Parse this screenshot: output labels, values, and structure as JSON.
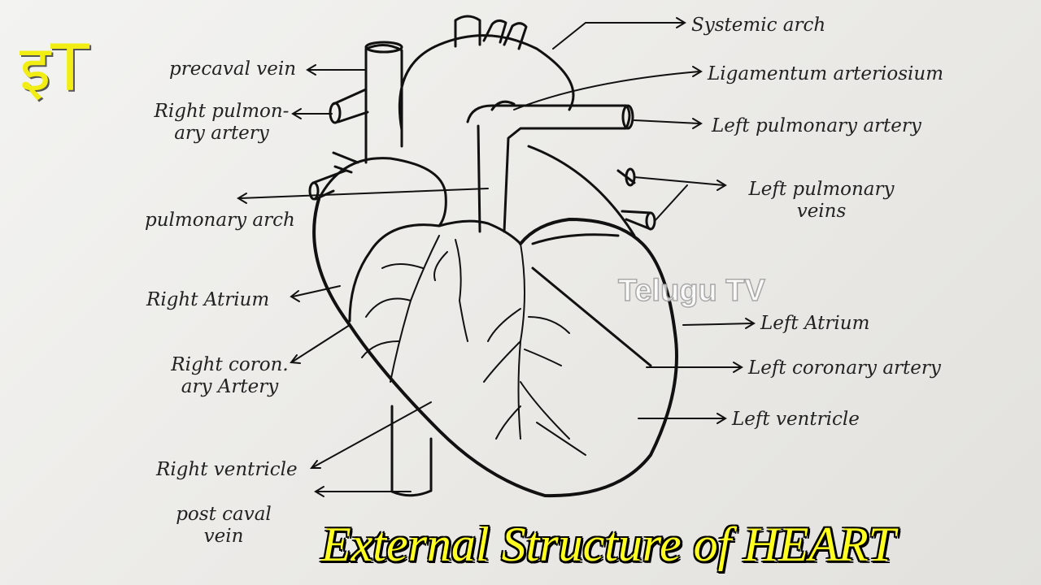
{
  "labels": {
    "systemic_arch": "Systemic arch",
    "ligamentum": "Ligamentum arteriosium",
    "left_pulmonary_artery": "Left pulmonary artery",
    "left_pulmonary_veins_1": "Left pulmonary",
    "left_pulmonary_veins_2": "veins",
    "left_atrium": "Left Atrium",
    "left_coronary_artery": "Left coronary artery",
    "left_ventricle": "Left ventricle",
    "precaval_vein": "precaval vein",
    "right_pulmonary_artery_1": "Right pulmon-",
    "right_pulmonary_artery_2": "ary artery",
    "pulmonary_arch": "pulmonary arch",
    "right_atrium": "Right Atrium",
    "right_coronary_1": "Right coron.",
    "right_coronary_2": "ary Artery",
    "right_ventricle": "Right ventricle",
    "post_caval_1": "post caval",
    "post_caval_2": "vein"
  },
  "watermark": "Telugu TV",
  "title": "External Structure of HEART",
  "logo": "इT",
  "colors": {
    "title": "#ffff20",
    "logo": "#f2ee14",
    "ink": "#111111",
    "paper": "#efeeeb"
  }
}
